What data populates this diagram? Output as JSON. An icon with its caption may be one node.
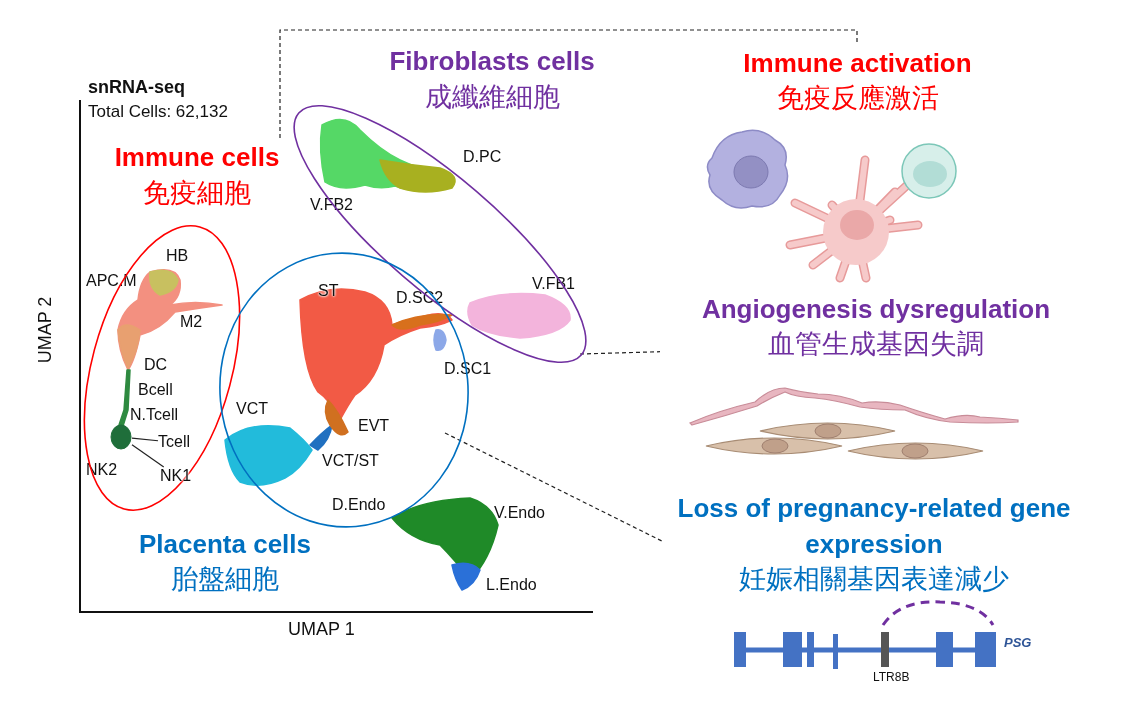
{
  "diagram": {
    "nodes": [
      {
        "text": [
          "Immune cells",
          "免疫細胞"
        ]
      },
      {
        "text": [
          "Fibroblasts cells",
          "成纖維細胞"
        ]
      },
      {
        "text": [
          "Placenta cells",
          "胎盤細胞"
        ]
      },
      {
        "text": [
          "Immune activation",
          "免疫反應激活"
        ]
      },
      {
        "text": [
          "Angiogenesis dysregulation",
          "血管生成基因失調"
        ]
      },
      {
        "text": [
          "Loss of pregnancy-related gene expression",
          "妊娠相關基因表達減少"
        ]
      },
      {
        "text": [
          "Tcell"
        ],
        "in": 0
      },
      {
        "text": [
          "NK1"
        ],
        "in": 0
      },
      {
        "text": [],
        "shape": "circle",
        "in": 0
      }
    ],
    "edges": [
      {
        "from": 0,
        "to": 3,
        "arrow": "none",
        "style": "dashed"
      },
      {
        "from": 1,
        "to": 4,
        "arrow": "none",
        "style": "dashed"
      },
      {
        "from": 2,
        "to": 5,
        "arrow": "none",
        "style": "dashed"
      },
      {
        "from": 6,
        "to": 8,
        "arrow": "none"
      },
      {
        "from": 7,
        "to": 8,
        "arrow": "none"
      }
    ],
    "labels": [
      "snRNA-seq",
      "Total Cells: 62,132",
      "UMAP 2",
      "D.PC",
      "V.FB2",
      "HB",
      "APC.M",
      "V.FB1",
      "ST",
      "D.SC2",
      "M2",
      "D.SC1",
      "DC",
      "Bcell",
      "N.Tcell",
      "VCT",
      "EVT",
      "NK2",
      "VCT/ST",
      "D.Endo",
      "V.Endo",
      "L.Endo",
      "UMAP 1",
      "PSG",
      "LTR8B"
    ]
  }
}
